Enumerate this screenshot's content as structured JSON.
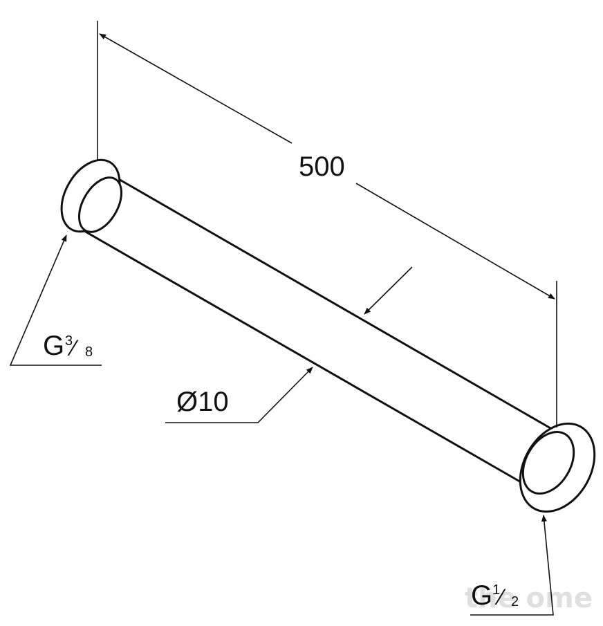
{
  "dimensions": {
    "length": "500",
    "diameter": "Ø10"
  },
  "threads": {
    "left": {
      "prefix": "G",
      "numerator": "3",
      "denominator": "8"
    },
    "right": {
      "prefix": "G",
      "numerator": "1",
      "denominator": "2"
    }
  },
  "watermark": "the ome",
  "colors": {
    "line": "#111111",
    "background": "#ffffff",
    "watermark": "#d6d6d6"
  }
}
